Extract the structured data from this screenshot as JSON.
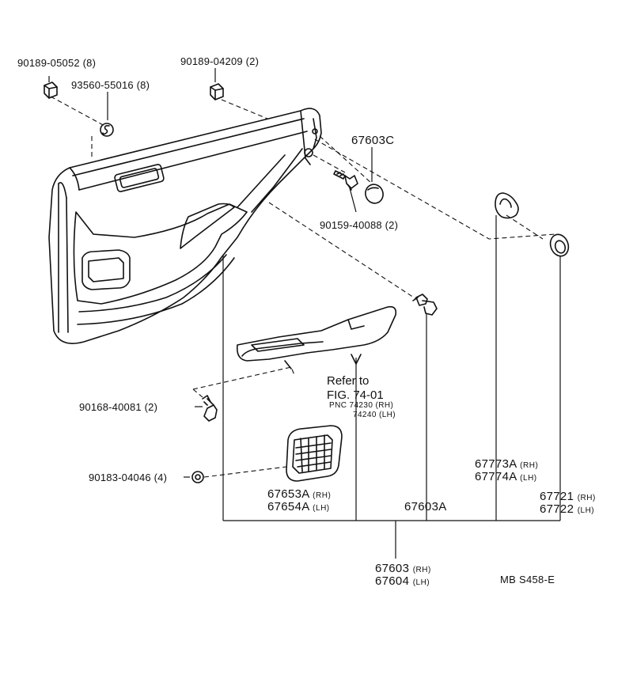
{
  "parts": {
    "screw_90189_05052": "90189-05052 (8)",
    "washer_93560_55016": "93560-55016 (8)",
    "screw_90189_04209": "90189-04209 (2)",
    "cap_67603C": "67603C",
    "screw_90159_40088": "90159-40088 (2)",
    "screw_90168_40081": "90168-40081 (2)",
    "nut_90183_04046": "90183-04046 (4)",
    "pocket_67653A": "67653A",
    "pocket_67654A": "67654A",
    "clip_67603A": "67603A",
    "seal_67773A": "67773A",
    "seal_67774A": "67774A",
    "seal_67721": "67721",
    "seal_67722": "67722",
    "panel_67603": "67603",
    "panel_67604": "67604"
  },
  "sides": {
    "rh": "(RH)",
    "lh": "(LH)"
  },
  "reference": {
    "line1": "Refer to",
    "line2": "FIG. 74-01",
    "pnc_line1": "PNC 74230 (RH)",
    "pnc_line2": "74240 (LH)"
  },
  "diagram_code": "MB S458-E",
  "colors": {
    "ink": "#111111",
    "background": "#ffffff"
  }
}
